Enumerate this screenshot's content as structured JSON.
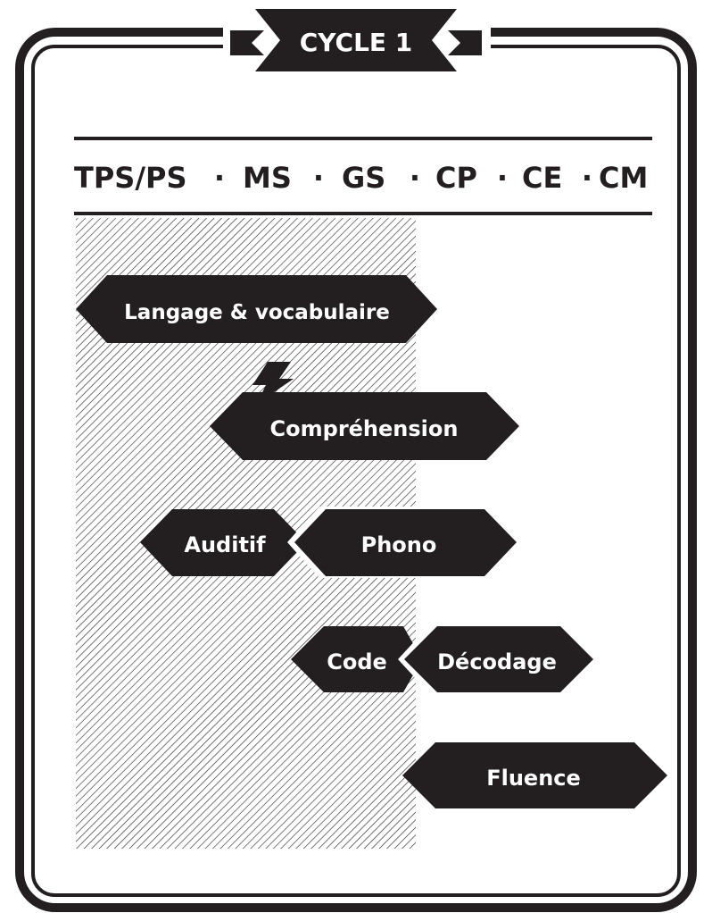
{
  "banner": {
    "title": "CYCLE 1"
  },
  "levels": {
    "tps_ps": "TPS/PS",
    "ms": "MS",
    "gs": "GS",
    "cp": "CP",
    "ce": "CE",
    "cm": "CM",
    "separator": "·"
  },
  "skills": {
    "langage": "Langage & vocabulaire",
    "comprehension": "Compréhension",
    "auditif": "Auditif",
    "phono": "Phono",
    "code": "Code",
    "decodage": "Décodage",
    "fluence": "Fluence"
  },
  "icons": {
    "comprehension_marker": "lightning-icon"
  },
  "colors": {
    "ink": "#231f20",
    "paper": "#ffffff"
  }
}
